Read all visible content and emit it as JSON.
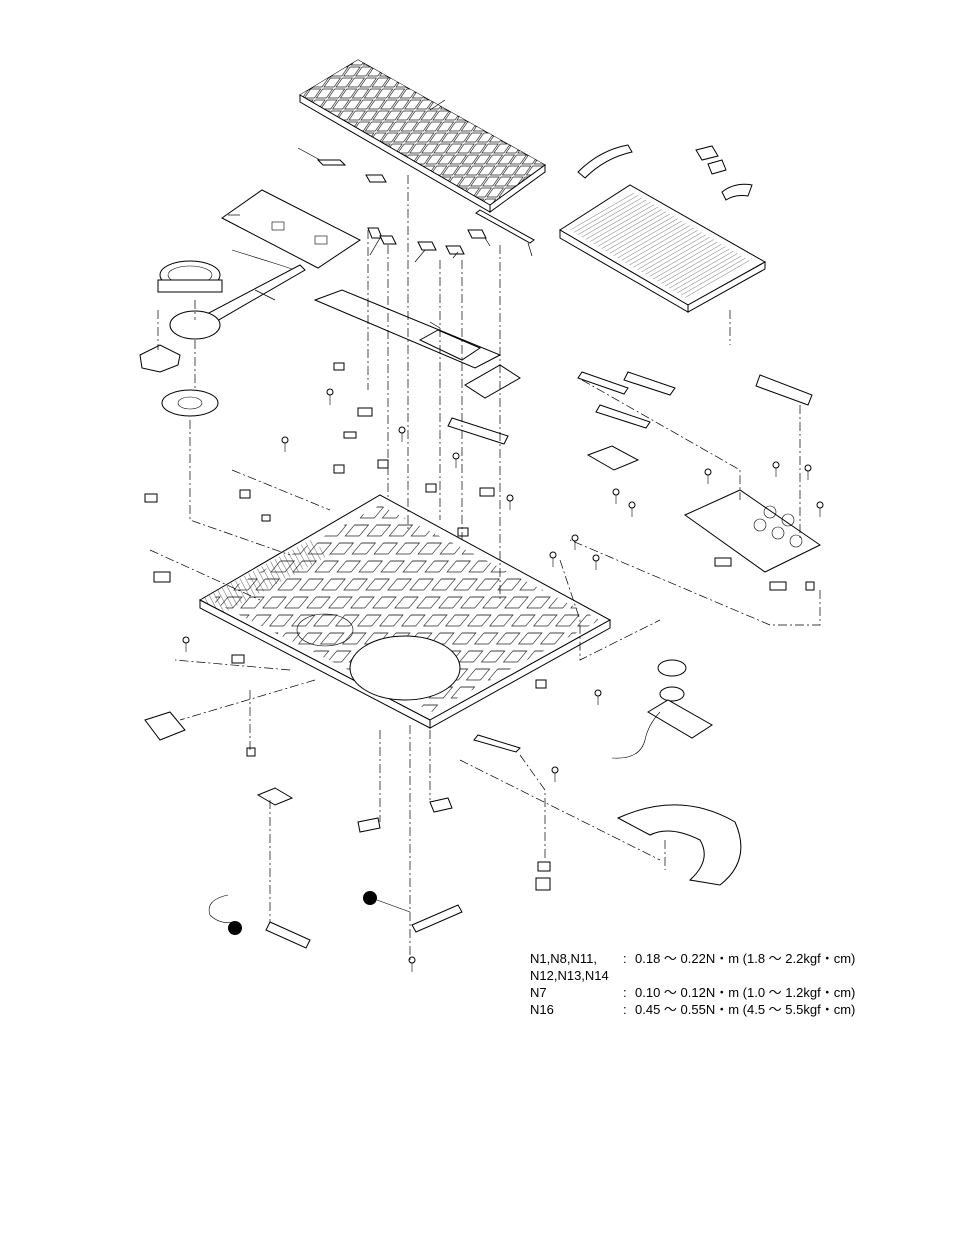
{
  "torque_specs": [
    {
      "parts": "N1,N8,N11,",
      "colon": ":",
      "value": "0.18 ～ 0.22N・m (1.8 ～ 2.2kgf・cm)"
    },
    {
      "parts": "N12,N13,N14",
      "colon": "",
      "value": ""
    },
    {
      "parts": "N7",
      "colon": ":",
      "value": "0.10 ～ 0.12N・m (1.0 ～ 1.2kgf・cm)"
    },
    {
      "parts": "N16",
      "colon": ":",
      "value": "0.45 ～ 0.55N・m (4.5 ～ 5.5kgf・cm)"
    }
  ]
}
